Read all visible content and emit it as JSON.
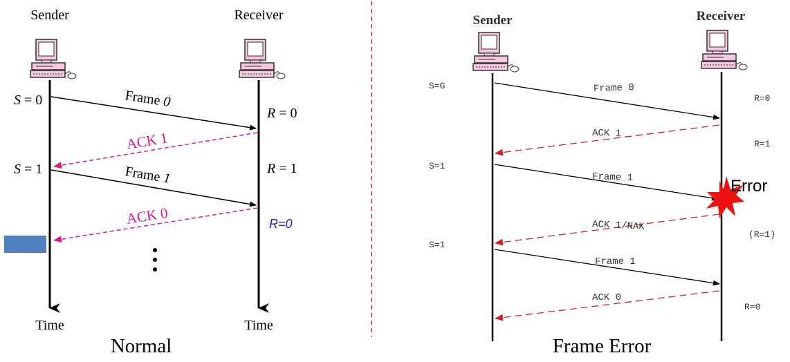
{
  "normal": {
    "sender_label": "Sender",
    "receiver_label": "Receiver",
    "time_left": "Time",
    "time_right": "Time",
    "caption": "Normal",
    "s0_var": "S",
    "s0_val": " = 0",
    "s1_var": "S",
    "s1_val": " = 1",
    "r0_var": "R",
    "r0_val": " = 0",
    "r1_var": "R",
    "r1_val": " = 1",
    "r_ack": "R=0",
    "frame0_a": "Frame ",
    "frame0_b": "0",
    "frame1_a": "Frame ",
    "frame1_b": "1",
    "ack1": "ACK 1",
    "ack0": "ACK 0",
    "frame_color": "#000000",
    "ack_color": "#e0188a",
    "r_ack_color": "#1a1ad0",
    "highlight_color": "#4f7fbf"
  },
  "frame_error": {
    "sender_label": "Sender",
    "receiver_label": "Receiver",
    "caption": "Frame Error",
    "s0": "S=G",
    "s1a": "S=1",
    "s1b": "S=1",
    "r0a": "R=0",
    "r1": "R=1",
    "r1p": "(R=1)",
    "r0b": "R=0",
    "frame0": "Frame 0",
    "ack1": "ACK 1",
    "frame1a": "Frame 1",
    "ack1nak": "ACK 1/NAK",
    "frame1b": "Frame 1",
    "ack0": "ACK 0",
    "error_label": "Error",
    "ack_color": "#d42020",
    "error_color": "#ee1111"
  },
  "divider_color": "#d42020",
  "icon_name": "computer-icon"
}
